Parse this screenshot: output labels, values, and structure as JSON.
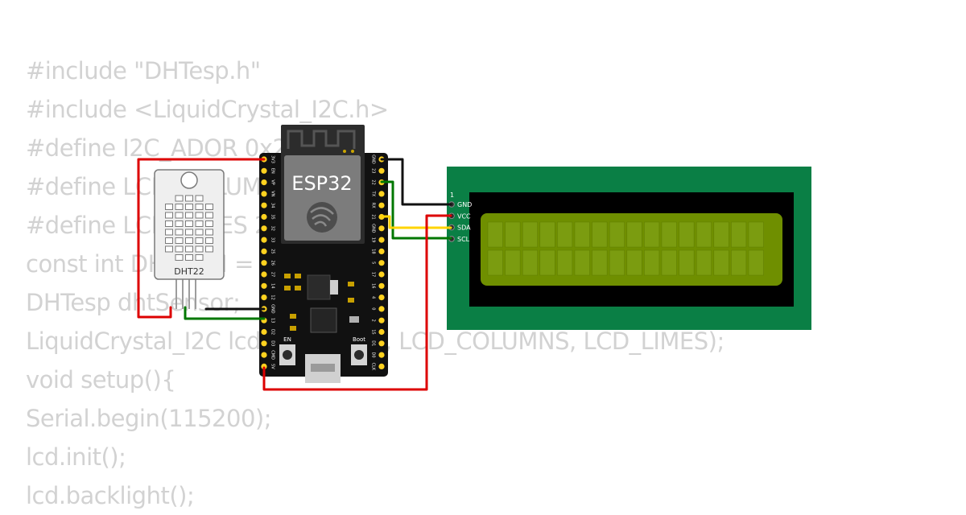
{
  "code_lines": [
    "#include \"DHTesp.h\"",
    "#include <LiquidCrystal_I2C.h>",
    "#define I2C_ADOR 0x27",
    "#define LCD_COLUMNS 16",
    "#define LCD_LIMES 2",
    "const int DHT_PIN = 15;",
    "DHTesp dhtSensor;",
    "LiquidCrystal_I2C lcd(I2C_ADOR, LCD_COLUMNS, LCD_LIMES);",
    "void setup(){",
    "Serial.begin(115200);",
    "lcd.init();",
    "lcd.backlight();"
  ],
  "esp32": {
    "label": "ESP32",
    "left_pins": [
      "3V3",
      "EN",
      "VP",
      "VN",
      "34",
      "35",
      "32",
      "33",
      "25",
      "26",
      "27",
      "14",
      "12",
      "GND",
      "13",
      "D2",
      "D3",
      "CMD",
      "5V"
    ],
    "right_pins": [
      "GND",
      "23",
      "22",
      "TX",
      "RX",
      "21",
      "GND",
      "19",
      "18",
      "5",
      "17",
      "16",
      "4",
      "0",
      "2",
      "15",
      "D1",
      "D0",
      "CLK"
    ],
    "button_en": "EN",
    "button_boot": "Boot"
  },
  "dht": {
    "label": "DHT22"
  },
  "lcd": {
    "pin1_label": "1",
    "pins": [
      "GND",
      "VCC",
      "SDA",
      "SCL"
    ],
    "colors": {
      "pcb": "#0a7f45",
      "bezel": "#000000",
      "screen": "#6f8f00"
    }
  },
  "wire_colors": {
    "power": "#dd0000",
    "ground": "#111111",
    "data": "#007700",
    "sda": "#ffd400"
  }
}
